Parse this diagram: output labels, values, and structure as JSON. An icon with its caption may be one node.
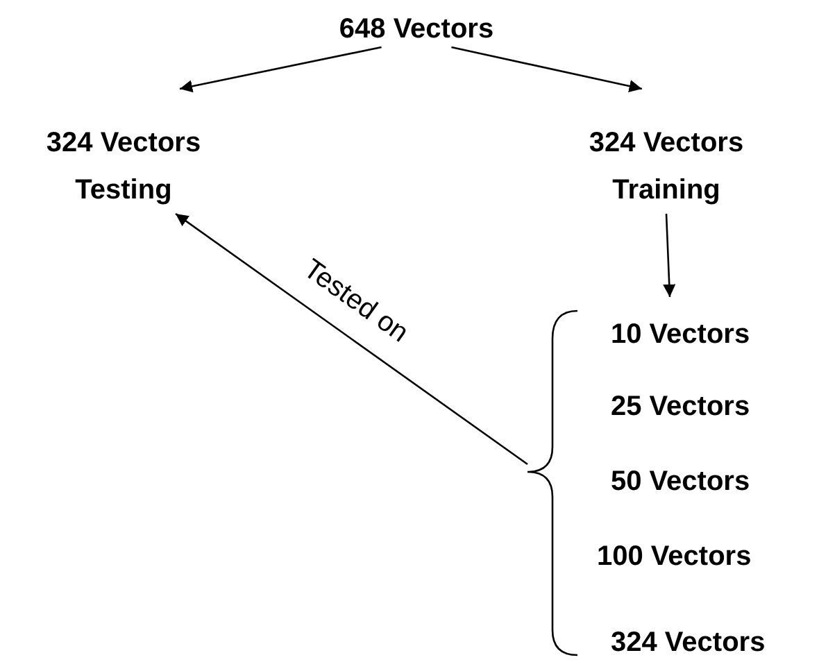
{
  "diagram": {
    "nodes": [
      {
        "text": [
          "648 Vectors"
        ]
      },
      {
        "text": [
          "324 Vectors Testing"
        ]
      },
      {
        "text": [
          "324 Vectors Training"
        ]
      },
      {
        "text": [
          "10 Vectors",
          "25 Vectors",
          "50 Vectors",
          "100 Vectors",
          "324 Vectors"
        ]
      }
    ],
    "edges": [
      {
        "from": 0,
        "to": 1,
        "arrow": "to"
      },
      {
        "from": 0,
        "to": 2,
        "arrow": "to"
      },
      {
        "from": 2,
        "to": 3,
        "arrow": "to"
      },
      {
        "from": 3,
        "to": 1,
        "arrow": "to",
        "label": "Tested on"
      }
    ]
  }
}
